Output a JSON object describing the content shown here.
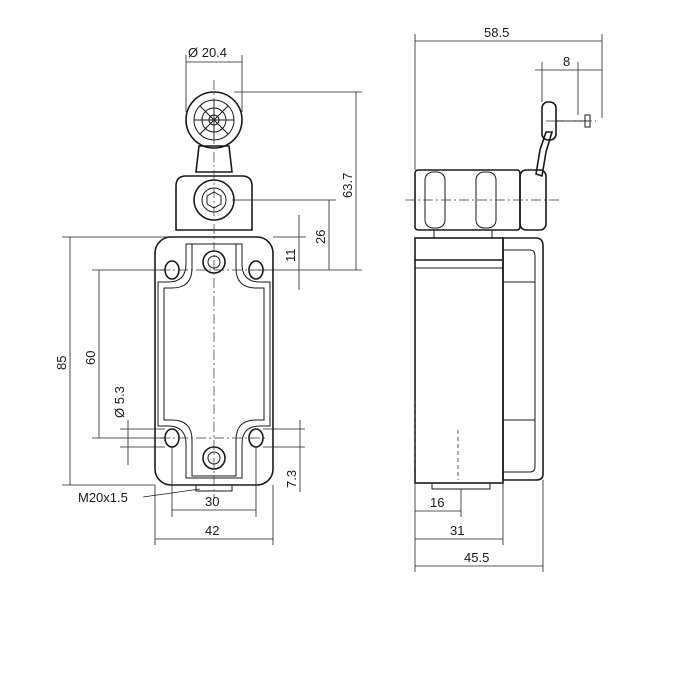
{
  "front_view": {
    "roller_diameter": "Ø 20.4",
    "total_height_to_roller": "63.7",
    "shaft_height": "26",
    "hole_offset_top": "11",
    "body_height": "85",
    "hole_spacing_vertical": "60",
    "hole_diameter": "Ø 5.3",
    "bottom_offset": "7.3",
    "thread": "M20x1.5",
    "hole_spacing_horizontal": "30",
    "body_width": "42"
  },
  "side_view": {
    "overall_depth": "58.5",
    "roller_width": "8",
    "conduit_offset": "16",
    "body_depth": "31",
    "cover_depth": "45.5"
  }
}
